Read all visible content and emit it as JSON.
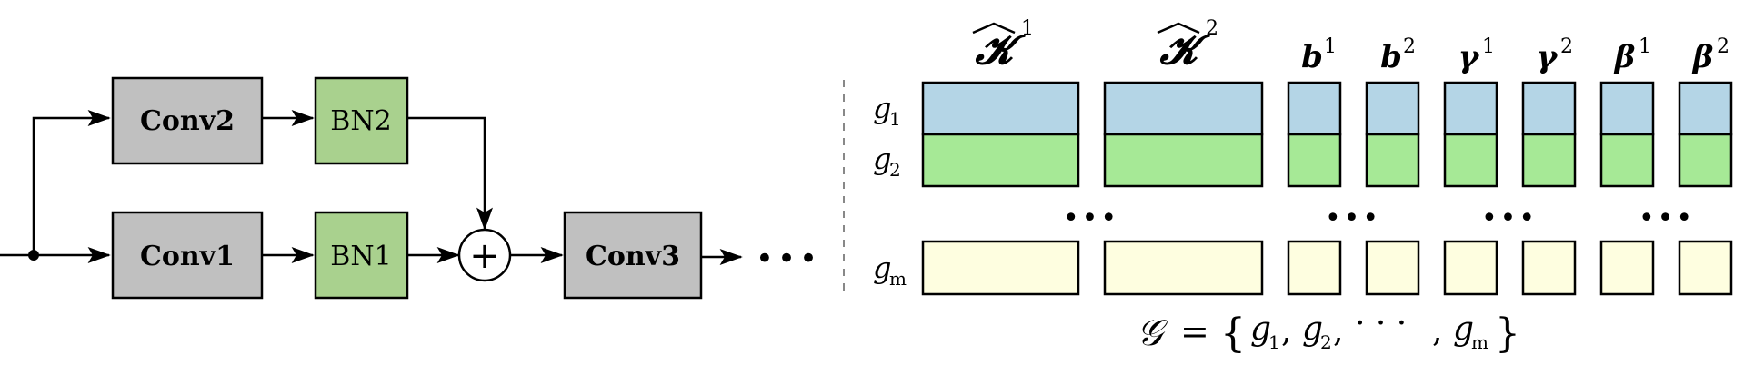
{
  "colors": {
    "conv_fill": "#c0c0c0",
    "bn_fill": "#a9d18e",
    "row1_fill": "#b4d5e6",
    "row2_fill": "#a6e996",
    "rowm_fill": "#fefee0",
    "stroke": "#000000",
    "divider": "#888888"
  },
  "network": {
    "conv1": "Conv1",
    "conv2": "Conv2",
    "conv3": "Conv3",
    "bn1": "BN1",
    "bn2": "BN2",
    "add_symbol": "+",
    "ellipsis": "•••"
  },
  "params": {
    "k_symbol": "𝓚",
    "b_symbol": "b",
    "gamma_symbol": "γ",
    "beta_symbol": "β",
    "sup1": "1",
    "sup2": "2"
  },
  "groups": {
    "row_symbol": "g",
    "sub1": "1",
    "sub2": "2",
    "subm": "m",
    "ellipsis": "•••"
  },
  "formula": {
    "lhs": "𝒢",
    "eq": "=",
    "open": "{",
    "g": "g",
    "sub1": "1",
    "sub2": "2",
    "subm": "m",
    "comma": ",",
    "cdots": "· · ·",
    "close": "}"
  }
}
